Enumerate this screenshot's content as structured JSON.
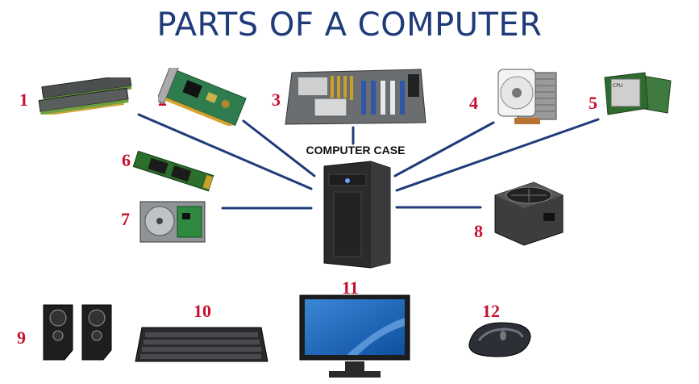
{
  "title": "PARTS OF A COMPUTER",
  "center_label": "COMPUTER CASE",
  "colors": {
    "title": "#1f3b7a",
    "numbers": "#c8102e",
    "connectors": "#1f3b7a"
  },
  "parts": [
    {
      "number": "1",
      "icon": "ram-modules-icon"
    },
    {
      "number": "2",
      "icon": "expansion-card-icon"
    },
    {
      "number": "3",
      "icon": "motherboard-icon"
    },
    {
      "number": "4",
      "icon": "cpu-cooler-icon"
    },
    {
      "number": "5",
      "icon": "cpu-chip-icon"
    },
    {
      "number": "6",
      "icon": "ssd-icon"
    },
    {
      "number": "7",
      "icon": "hard-drive-icon"
    },
    {
      "number": "8",
      "icon": "power-supply-icon"
    },
    {
      "number": "9",
      "icon": "speakers-icon"
    },
    {
      "number": "10",
      "icon": "keyboard-icon"
    },
    {
      "number": "11",
      "icon": "monitor-icon"
    },
    {
      "number": "12",
      "icon": "mouse-icon"
    }
  ]
}
